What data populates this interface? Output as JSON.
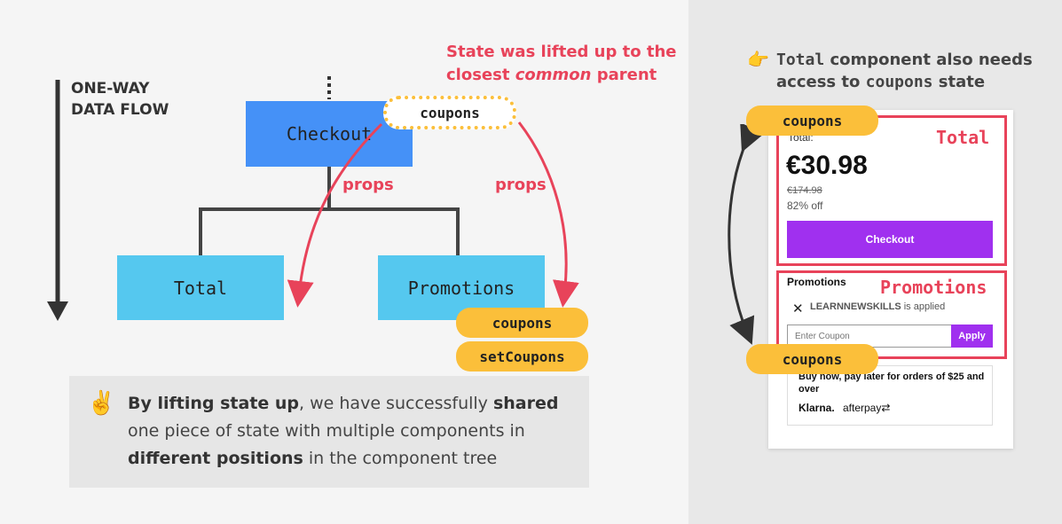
{
  "diagram": {
    "flow_label_line1": "ONE-WAY",
    "flow_label_line2": "DATA FLOW",
    "checkout": "Checkout",
    "total": "Total",
    "promotions": "Promotions",
    "coupons": "coupons",
    "set_coupons": "setCoupons",
    "props_left": "props",
    "props_right": "props",
    "state_note_line1": "State was lifted up to the",
    "state_note_pre": "closest ",
    "state_note_em": "common",
    "state_note_post": " parent",
    "arrow_color": "#e8435a"
  },
  "note": {
    "icon": "victory-hand-icon",
    "p1": "By lifting state up",
    "p2": ", we have successfully ",
    "p3": "shared",
    "p4": " one piece of state with multiple components in ",
    "p5": "different positions",
    "p6": " in the component tree"
  },
  "right": {
    "icon": "pointing-hand-icon",
    "line1_code": "Total",
    "line1_text": " component also needs",
    "line2_pre": "access to ",
    "line2_code": "coupons",
    "line2_post": " state",
    "pill_top": "coupons",
    "pill_bottom": "coupons",
    "total_tag": "Total",
    "total_label": "Total:",
    "price": "€30.98",
    "old_price": "€174.98",
    "discount": "82% off",
    "checkout_button": "Checkout",
    "promotions_heading": "Promotions",
    "promotions_tag": "Promotions",
    "applied_code": "LEARNNEWSKILLS",
    "applied_suffix": " is applied",
    "coupon_placeholder": "Enter Coupon",
    "apply_button": "Apply",
    "bnpl_text": "Buy now, pay later for orders of $25 and over",
    "klarna": "Klarna.",
    "afterpay": "afterpay"
  },
  "colors": {
    "checkout_blue": "#4591f7",
    "light_blue": "#55c8ef",
    "accent_red": "#e8435a",
    "pill_yellow": "#fbbf3a",
    "purple": "#a030ef"
  }
}
